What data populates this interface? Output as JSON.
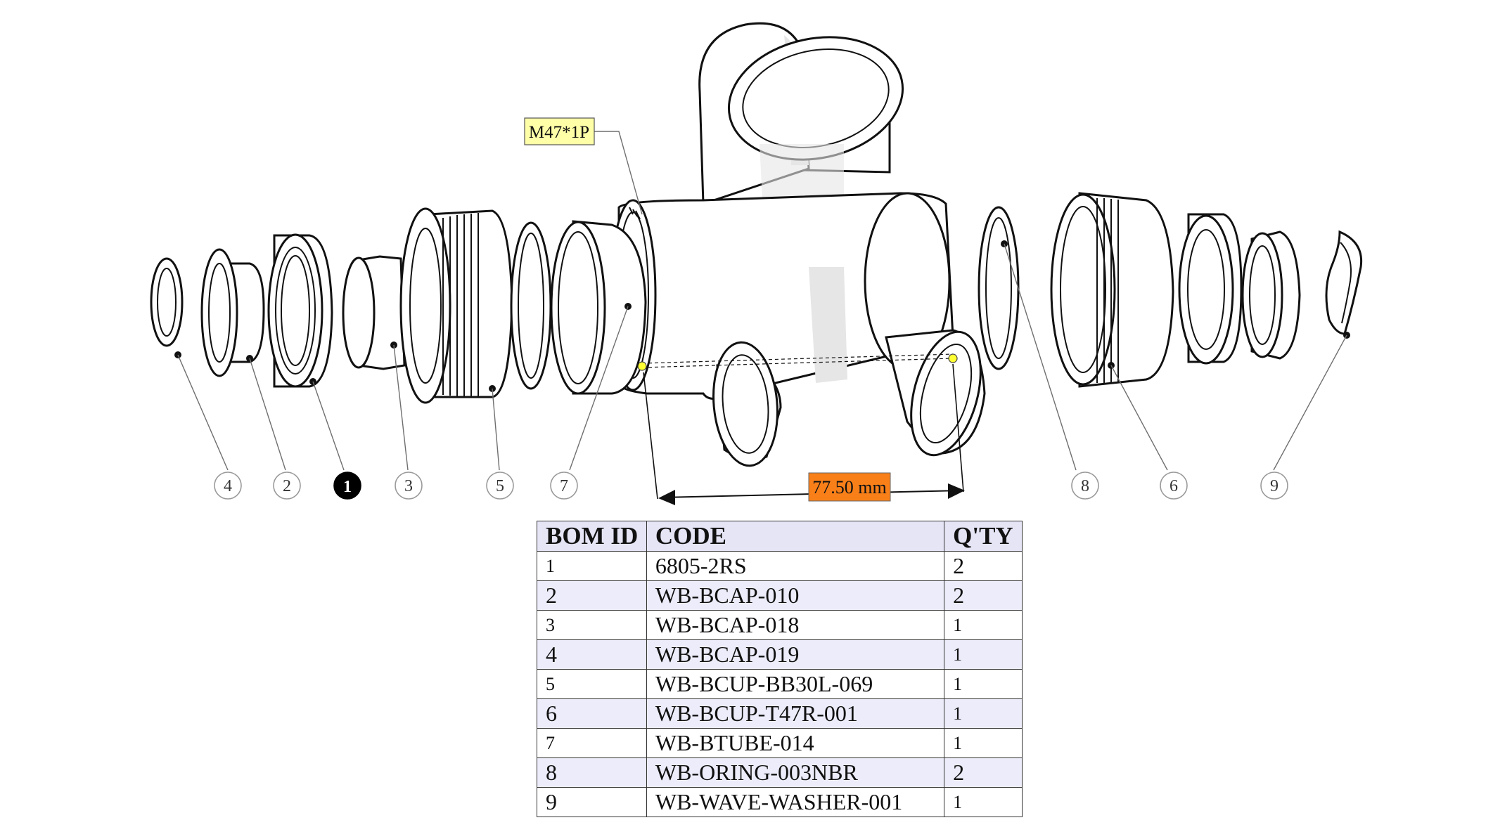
{
  "diagram": {
    "tags": {
      "thread_spec": "M47*1P",
      "dimension": "77.50 mm"
    },
    "colors": {
      "thread_tag_fill": "#ffffa8",
      "dimension_tag_fill": "#f98019",
      "selected_callout": "#000000",
      "table_header_fill": "#e5e5f6",
      "table_alt_row_fill": "#ececfa"
    },
    "callouts": [
      {
        "id": "4",
        "selected": false
      },
      {
        "id": "2",
        "selected": false
      },
      {
        "id": "1",
        "selected": true
      },
      {
        "id": "3",
        "selected": false
      },
      {
        "id": "5",
        "selected": false
      },
      {
        "id": "7",
        "selected": false
      },
      {
        "id": "8",
        "selected": false
      },
      {
        "id": "6",
        "selected": false
      },
      {
        "id": "9",
        "selected": false
      }
    ]
  },
  "bom": {
    "headers": [
      "BOM ID",
      "CODE",
      "Q'TY"
    ],
    "rows": [
      {
        "id": "1",
        "code": "6805-2RS",
        "qty": "2"
      },
      {
        "id": "2",
        "code": "WB-BCAP-010",
        "qty": "2"
      },
      {
        "id": "3",
        "code": "WB-BCAP-018",
        "qty": "1"
      },
      {
        "id": "4",
        "code": "WB-BCAP-019",
        "qty": "1"
      },
      {
        "id": "5",
        "code": "WB-BCUP-BB30L-069",
        "qty": "1"
      },
      {
        "id": "6",
        "code": "WB-BCUP-T47R-001",
        "qty": "1"
      },
      {
        "id": "7",
        "code": "WB-BTUBE-014",
        "qty": "1"
      },
      {
        "id": "8",
        "code": "WB-ORING-003NBR",
        "qty": "2"
      },
      {
        "id": "9",
        "code": "WB-WAVE-WASHER-001",
        "qty": "1"
      }
    ]
  }
}
